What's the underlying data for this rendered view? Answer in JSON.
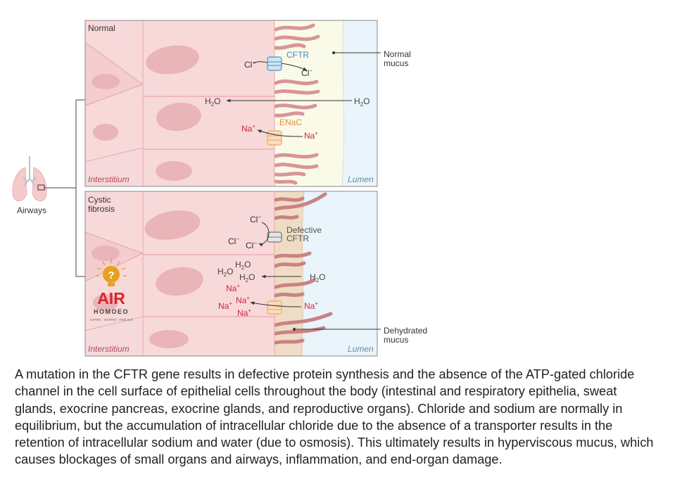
{
  "left": {
    "airways_label": "Airways"
  },
  "normal_panel": {
    "title": "Normal",
    "interstitium": "Interstitium",
    "lumen": "Lumen",
    "cl_in": "Cl",
    "cftr_label": "CFTR",
    "cl_out": "Cl",
    "h2o_cell": "H",
    "h2o_lumen": "H",
    "enac_label": "ENaC",
    "na_cell": "Na",
    "na_out": "Na",
    "mucus_label_1": "Normal",
    "mucus_label_2": "mucus"
  },
  "cf_panel": {
    "title_1": "Cystic",
    "title_2": "fibrosis",
    "interstitium": "Interstitium",
    "lumen": "Lumen",
    "cl_top": "Cl",
    "cl_left": "Cl",
    "cl_mid": "Cl",
    "defective_1": "Defective",
    "defective_2": "CFTR",
    "h2o_a": "H",
    "h2o_b": "H",
    "h2o_c": "H",
    "h2o_lumen": "H",
    "na_1": "Na",
    "na_2": "Na",
    "na_3": "Na",
    "na_4": "Na",
    "na_out": "Na",
    "mucus_label_1": "Dehydrated",
    "mucus_label_2": "mucus"
  },
  "logo": {
    "name": "AIR",
    "sub": "HOMOEO",
    "tagline": "ASPIRE - INSPIRE - REBUILD"
  },
  "caption": "A mutation in the CFTR gene results in defective protein synthesis and the absence of the ATP-gated chloride channel in the cell surface of epithelial cells throughout the body (intestinal and respiratory epithelia, sweat glands, exocrine pancreas, exocrine glands, and reproductive organs). Chloride and sodium are normally in equilibrium, but the accumulation of intracellular chloride due to the absence of a transporter results in the retention of intracellular sodium and water (due to osmosis). This ultimately results in hyperviscous mucus, which causes blockages of small organs and airways, inflammation, and end-organ damage.",
  "colors": {
    "cell_fill": "#f8d9da",
    "cell_border": "#e8a8ab",
    "interstitium": "#f6dadb",
    "nucleus": "#eab5b8",
    "normal_mucus": "#fafae8",
    "dehydrated_mucus": "#efdcc4",
    "lumen": "#e9f4fb",
    "cilia_normal": "#d89598",
    "cilia_cf": "#c98286",
    "cftr": "#5fa4cf",
    "enac": "#f2b070",
    "sodium_text": "#c8273d",
    "chloride_text": "#333333",
    "water_text": "#444444",
    "logo_gold": "#e8a01c",
    "logo_red": "#d8252b"
  }
}
